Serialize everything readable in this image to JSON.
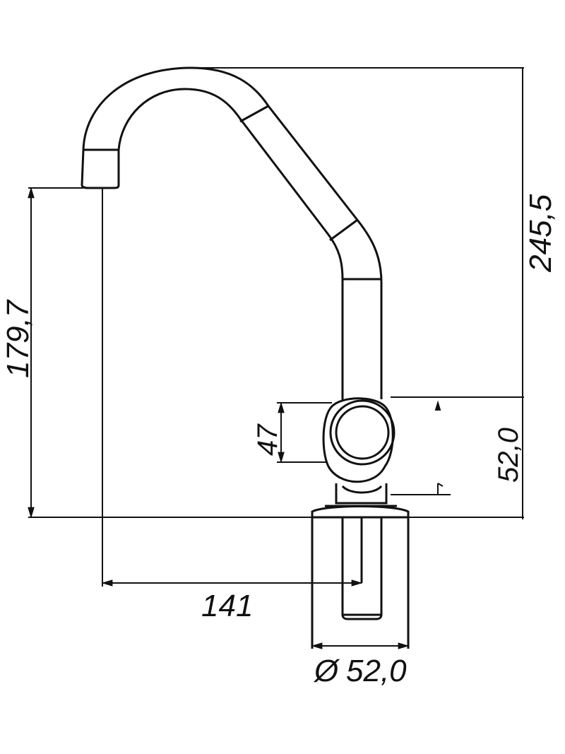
{
  "drawing": {
    "subject": "faucet-dimension-drawing",
    "line_color": "#111111",
    "background": "#ffffff"
  },
  "dimensions": {
    "total_height": "245,5",
    "spout_height": "179,7",
    "base_height": "52,0",
    "lever_height": "47",
    "reach": "141",
    "base_diameter": "52,0",
    "diameter_symbol": "Ø"
  }
}
